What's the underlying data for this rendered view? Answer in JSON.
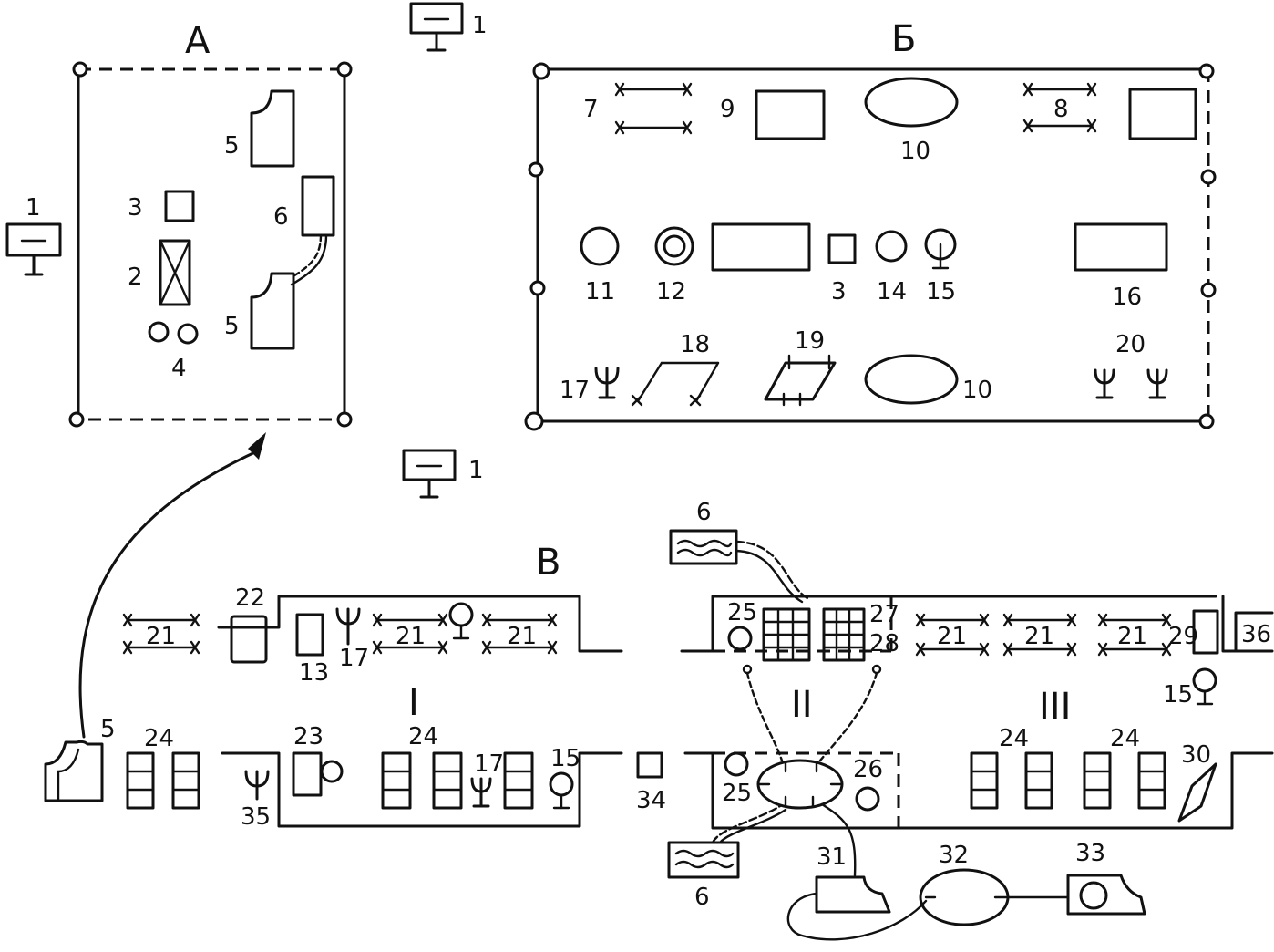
{
  "sections": {
    "a_title": "А",
    "b_title": "Б",
    "v_title": "В"
  },
  "zones": {
    "i": "I",
    "ii": "II",
    "iii": "III"
  },
  "labels": {
    "a_1_top": "1",
    "a_1_left": "1",
    "a_3": "3",
    "a_2": "2",
    "a_4": "4",
    "a_5_top": "5",
    "a_6": "6",
    "a_5_bottom": "5",
    "b_7": "7",
    "b_9": "9",
    "b_10_top": "10",
    "b_8": "8",
    "b_11": "11",
    "b_12": "12",
    "b_3": "3",
    "b_14": "14",
    "b_15": "15",
    "b_16": "16",
    "b_17": "17",
    "b_18": "18",
    "b_19": "19",
    "b_10_bottom": "10",
    "b_20": "20",
    "mid_1": "1",
    "v_6_top": "6",
    "v_22": "22",
    "v_21_a": "21",
    "v_13": "13",
    "v_17_top": "17",
    "v_21_b": "21",
    "v_21_c": "21",
    "v_25_top": "25",
    "v_27": "27",
    "v_28": "28",
    "v_21_d": "21",
    "v_21_e": "21",
    "v_21_f": "21",
    "v_29": "29",
    "v_36": "36",
    "v_15_right": "15",
    "v_5": "5",
    "v_24_a": "24",
    "v_23": "23",
    "v_24_b": "24",
    "v_17_bottom": "17",
    "v_15": "15",
    "v_35": "35",
    "v_34": "34",
    "v_25_bottom": "25",
    "v_26": "26",
    "v_24_c": "24",
    "v_24_d": "24",
    "v_30": "30",
    "v_6_bottom": "6",
    "v_31": "31",
    "v_32": "32",
    "v_33": "33"
  }
}
